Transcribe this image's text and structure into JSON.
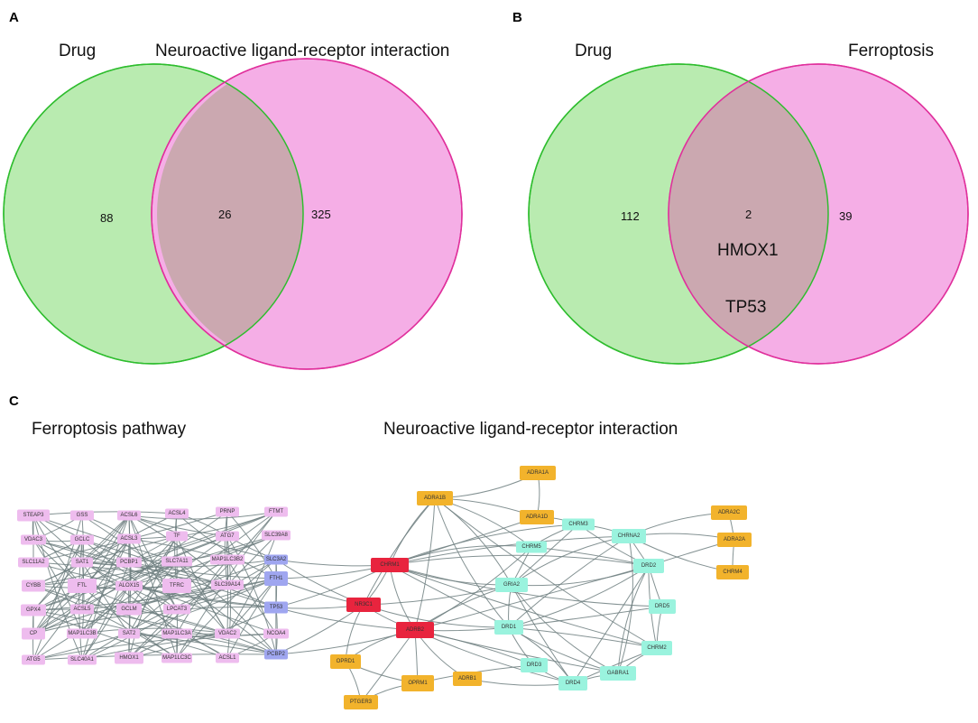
{
  "panels": {
    "a": {
      "letter": "A",
      "left_label": "Drug",
      "right_label": "Neuroactive ligand-receptor interaction",
      "left_only": "88",
      "overlap": "26",
      "right_only": "325"
    },
    "b": {
      "letter": "B",
      "left_label": "Drug",
      "right_label": "Ferroptosis",
      "left_only": "112",
      "overlap": "2",
      "right_only": "39",
      "overlap_genes": [
        "HMOX1",
        "TP53"
      ]
    },
    "c": {
      "letter": "C",
      "left_title": "Ferroptosis pathway",
      "right_title": "Neuroactive ligand-receptor interaction"
    }
  },
  "colors": {
    "drug_fill": "#b9ebb0",
    "drug_stroke": "#2ebd2e",
    "target_fill": "#f5aee6",
    "target_stroke": "#e0309c",
    "overlap_fill": "#cba8b0",
    "ferroptosis_node": "#eebcee",
    "shared_node": "#9fa6f0",
    "core_node": "#e8243e",
    "receptor_node": "#9af3de",
    "other_node": "#f2b32c",
    "edge": "#6e7f80"
  },
  "network": {
    "ferroptosis_nodes": [
      "STEAP3",
      "GSS",
      "ACSL6",
      "ACSL4",
      "PRNP",
      "FTMT",
      "VDAC3",
      "GCLC",
      "ACSL3",
      "TF",
      "ATG7",
      "SLC39A8",
      "SLC11A2",
      "SAT1",
      "PCBP1",
      "SLC7A11",
      "MAP1LC3B2",
      "CYBB",
      "FTL",
      "ALOX15",
      "TFRC",
      "SLC39A14",
      "GPX4",
      "ACSL5",
      "GCLM",
      "LPCAT3",
      "CP",
      "MAP1LC3B",
      "SAT2",
      "MAP1LC3A",
      "VDAC2",
      "NCOA4",
      "ATG5",
      "SLC40A1",
      "HMOX1",
      "MAP1LC3C",
      "ACSL1"
    ],
    "shared_nodes": [
      "SLC3A2",
      "FTH1",
      "TP53",
      "PCBP2"
    ],
    "core_nodes": [
      "CHRM1",
      "NR3C1",
      "ADRB2"
    ],
    "receptor_nodes": [
      "CHRM3",
      "CHRNA2",
      "CHRM5",
      "DRD2",
      "GRIA2",
      "DRD5",
      "DRD1",
      "CHRM2",
      "DRD3",
      "DRD4",
      "GABRA1"
    ],
    "other_nodes": [
      "ADRA1A",
      "ADRA1B",
      "ADRA1D",
      "ADRA2C",
      "ADRA2A",
      "CHRM4",
      "OPRD1",
      "OPRM1",
      "ADRB1",
      "PTGER3"
    ]
  }
}
